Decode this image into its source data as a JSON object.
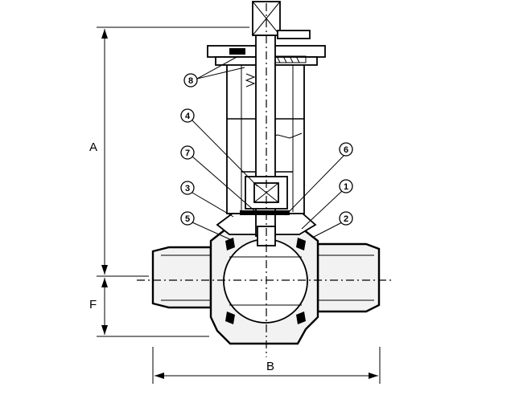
{
  "dimensions": {
    "a": "A",
    "b": "B",
    "f": "F"
  },
  "callouts": {
    "c1": "1",
    "c2": "2",
    "c3": "3",
    "c4": "4",
    "c5": "5",
    "c6": "6",
    "c7": "7",
    "c8": "8"
  }
}
